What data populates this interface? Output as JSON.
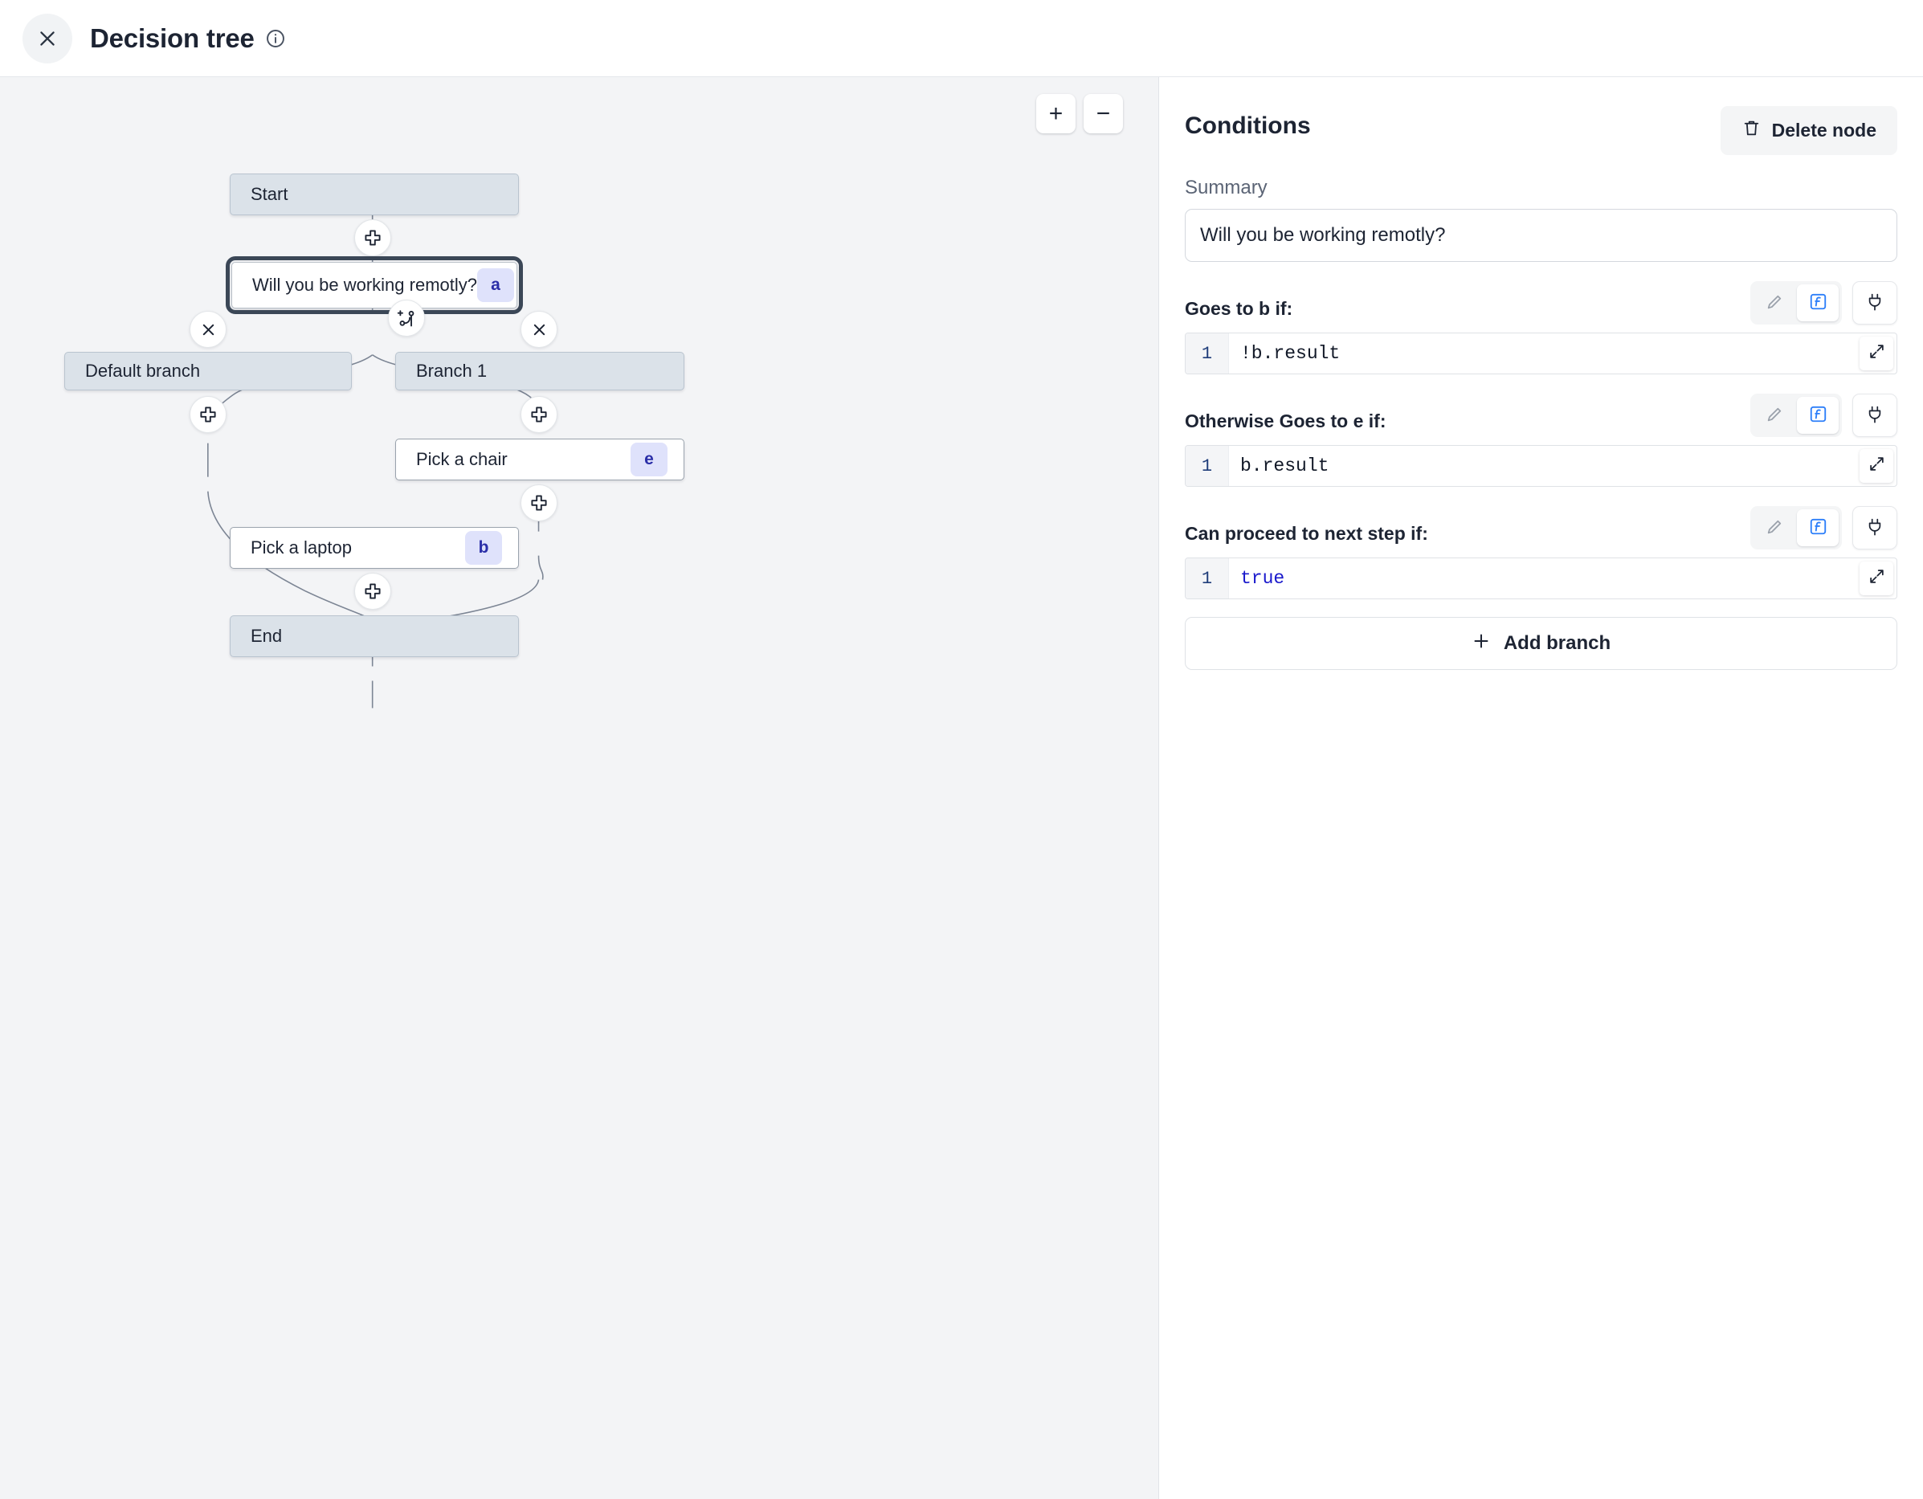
{
  "header": {
    "close_label": "close-icon",
    "title": "Decision tree",
    "info_label": "info-icon"
  },
  "canvas": {
    "zoom_in_label": "+",
    "zoom_out_label": "−",
    "nodes": [
      {
        "id": "start",
        "label": "Start",
        "badge": "",
        "kind": "system",
        "selected": false
      },
      {
        "id": "a",
        "label": "Will you be working remotly?",
        "badge": "a",
        "kind": "step",
        "selected": true
      },
      {
        "id": "default",
        "label": "Default branch",
        "badge": "",
        "kind": "system",
        "selected": false
      },
      {
        "id": "branch1",
        "label": "Branch 1",
        "badge": "",
        "kind": "system",
        "selected": false
      },
      {
        "id": "e",
        "label": "Pick a chair",
        "badge": "e",
        "kind": "step",
        "selected": false
      },
      {
        "id": "b",
        "label": "Pick a laptop",
        "badge": "b",
        "kind": "step",
        "selected": false
      },
      {
        "id": "end",
        "label": "End",
        "badge": "",
        "kind": "system",
        "selected": false
      }
    ],
    "handles": [
      {
        "name": "add-step-after-start",
        "icon": "plus"
      },
      {
        "name": "delete-default-branch",
        "icon": "close"
      },
      {
        "name": "add-branch-handle",
        "icon": "branch-plus"
      },
      {
        "name": "delete-branch-1",
        "icon": "close"
      },
      {
        "name": "add-step-after-default",
        "icon": "plus"
      },
      {
        "name": "add-step-after-branch-1",
        "icon": "plus"
      },
      {
        "name": "add-step-after-pick-chair",
        "icon": "plus"
      },
      {
        "name": "add-step-after-pick-laptop",
        "icon": "plus"
      }
    ]
  },
  "panel": {
    "title": "Conditions",
    "delete_node_label": "Delete node",
    "summary_label": "Summary",
    "summary_value": "Will you be working remotly?",
    "conditions": [
      {
        "label": "Goes to b if:",
        "line_no": "1",
        "code": "!b.result",
        "is_keyword": false
      },
      {
        "label": "Otherwise Goes to e if:",
        "line_no": "1",
        "code": "b.result",
        "is_keyword": false
      },
      {
        "label": "Can proceed to next step if:",
        "line_no": "1",
        "code": "true",
        "is_keyword": true
      }
    ],
    "add_branch_label": "Add branch"
  },
  "colors": {
    "accent_blue": "#2d7ff9",
    "badge_bg": "#dfe2fb",
    "badge_text": "#2b2fa8",
    "canvas_bg": "#f3f4f6",
    "system_node_bg": "#dbe2e9",
    "selected_outline": "#3b4757",
    "keyword": "#1a19cc"
  }
}
